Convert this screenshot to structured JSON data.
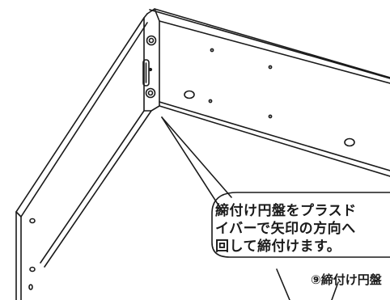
{
  "callout": {
    "line1": "締付け円盤をプラスド",
    "line2": "イバーで矢印の方向へ",
    "line3": "回して締付けます。"
  },
  "part_label": "⑨締付け円盤",
  "colors": {
    "line": "#1a1a1a",
    "background": "#ffffff"
  }
}
